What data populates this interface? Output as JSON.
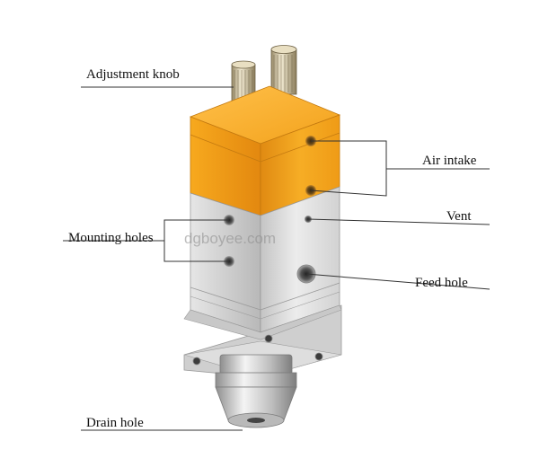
{
  "labels": {
    "adjustment_knob": "Adjustment knob",
    "air_intake": "Air intake",
    "vent": "Vent",
    "mounting_holes": "Mounting holes",
    "feed_hole": "Feed hole",
    "drain_hole": "Drain hole"
  },
  "watermark": "dgboyee.com",
  "colors": {
    "orange_top": "#f2a61a",
    "orange_side": "#e18a10",
    "silver_front": "#d8d8d8",
    "silver_side": "#bdbdbd",
    "leader_line": "#333333"
  }
}
